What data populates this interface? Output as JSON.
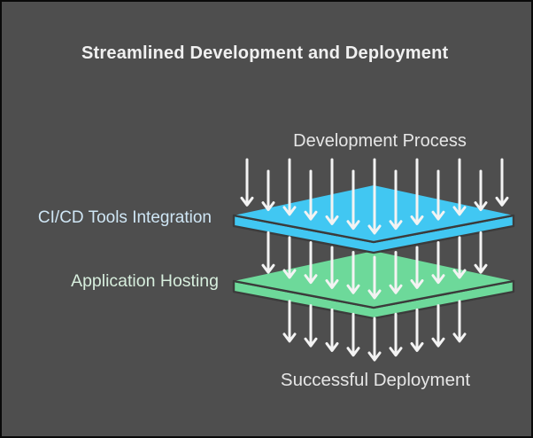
{
  "title": "Streamlined Development and Deployment",
  "flow": {
    "source_label": "Development Process",
    "sink_label": "Successful Deployment"
  },
  "layers": [
    {
      "label": "CI/CD Tools Integration",
      "fill": "#41c7f2",
      "label_color": "#cfe6f5"
    },
    {
      "label": "Application Hosting",
      "fill": "#6dd99a",
      "label_color": "#d7eedd"
    }
  ],
  "colors": {
    "background": "#4e4e4e",
    "border": "#0a0a0a",
    "title_text": "#f0f0f0",
    "flow_text": "#e6e6e6",
    "arrow": "#f3f3f3",
    "layer_edge": "#3b3b3b"
  }
}
